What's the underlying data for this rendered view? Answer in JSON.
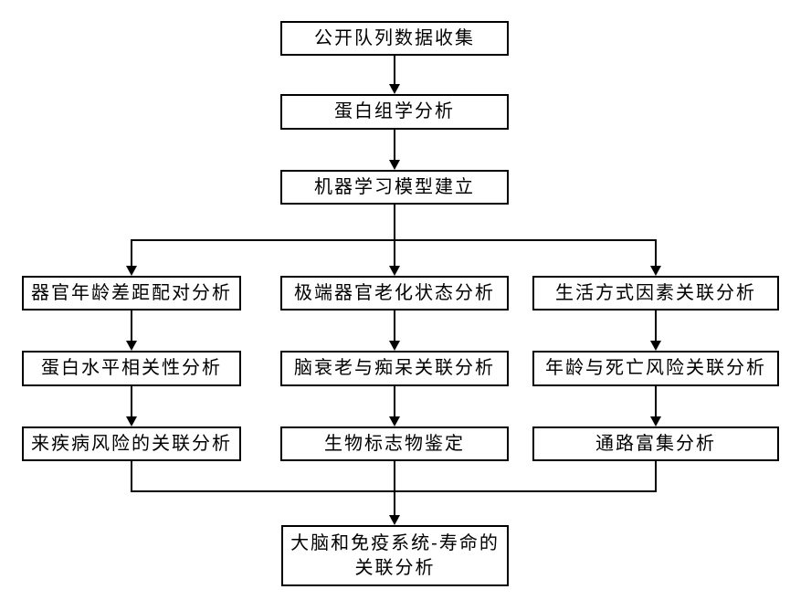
{
  "flowchart": {
    "top_chain": [
      {
        "label": "公开队列数据收集"
      },
      {
        "label": "蛋白组学分析"
      },
      {
        "label": "机器学习模型建立"
      }
    ],
    "columns": [
      {
        "boxes": [
          {
            "label": "器官年龄差距配对分析"
          },
          {
            "label": "蛋白水平相关性分析"
          },
          {
            "label": "来疾病风险的关联分析"
          }
        ]
      },
      {
        "boxes": [
          {
            "label": "极端器官老化状态分析"
          },
          {
            "label": "脑衰老与痴呆关联分析"
          },
          {
            "label": "生物标志物鉴定"
          }
        ]
      },
      {
        "boxes": [
          {
            "label": "生活方式因素关联分析"
          },
          {
            "label": "年龄与死亡风险关联分析"
          },
          {
            "label": "通路富集分析"
          }
        ]
      }
    ],
    "final_box": {
      "label": "大脑和免疫系统-寿命的\n关联分析"
    },
    "colors": {
      "line": "#000000",
      "box_border": "#000000",
      "box_fill": "#ffffff",
      "text": "#000000",
      "background": "#ffffff"
    }
  }
}
